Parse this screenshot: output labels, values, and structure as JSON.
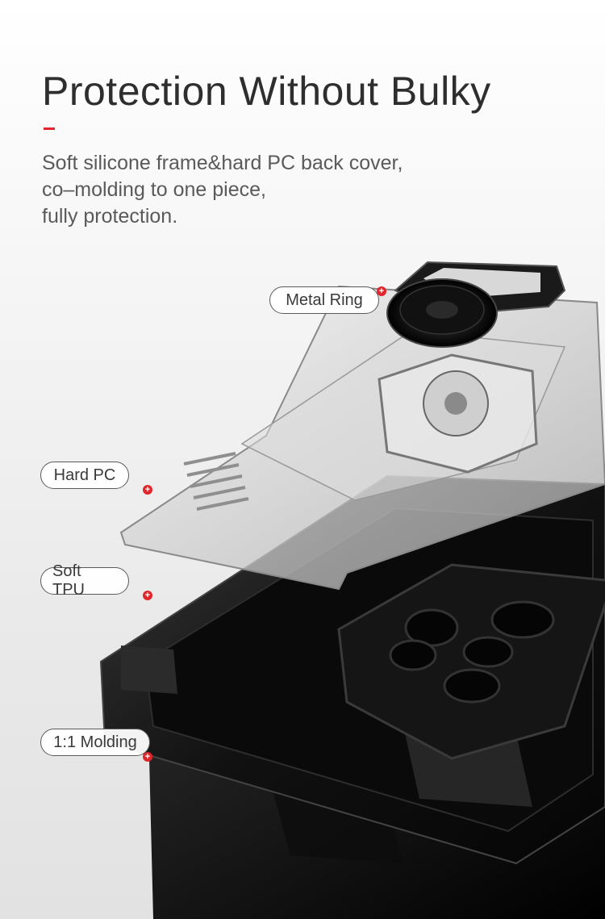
{
  "header": {
    "title": "Protection Without Bulky",
    "subtitle_lines": [
      "Soft silicone frame&hard PC back cover,",
      "co–molding to one piece,",
      "fully protection."
    ]
  },
  "callouts": {
    "metal_ring": "Metal Ring",
    "hard_pc": "Hard PC",
    "soft_tpu": "Soft TPU",
    "molding": "1:1 Molding"
  },
  "colors": {
    "accent": "#e0262b",
    "text": "#2e2e2e",
    "case_black": "#141414"
  },
  "icons": {
    "callout_marker": "plus-icon"
  }
}
